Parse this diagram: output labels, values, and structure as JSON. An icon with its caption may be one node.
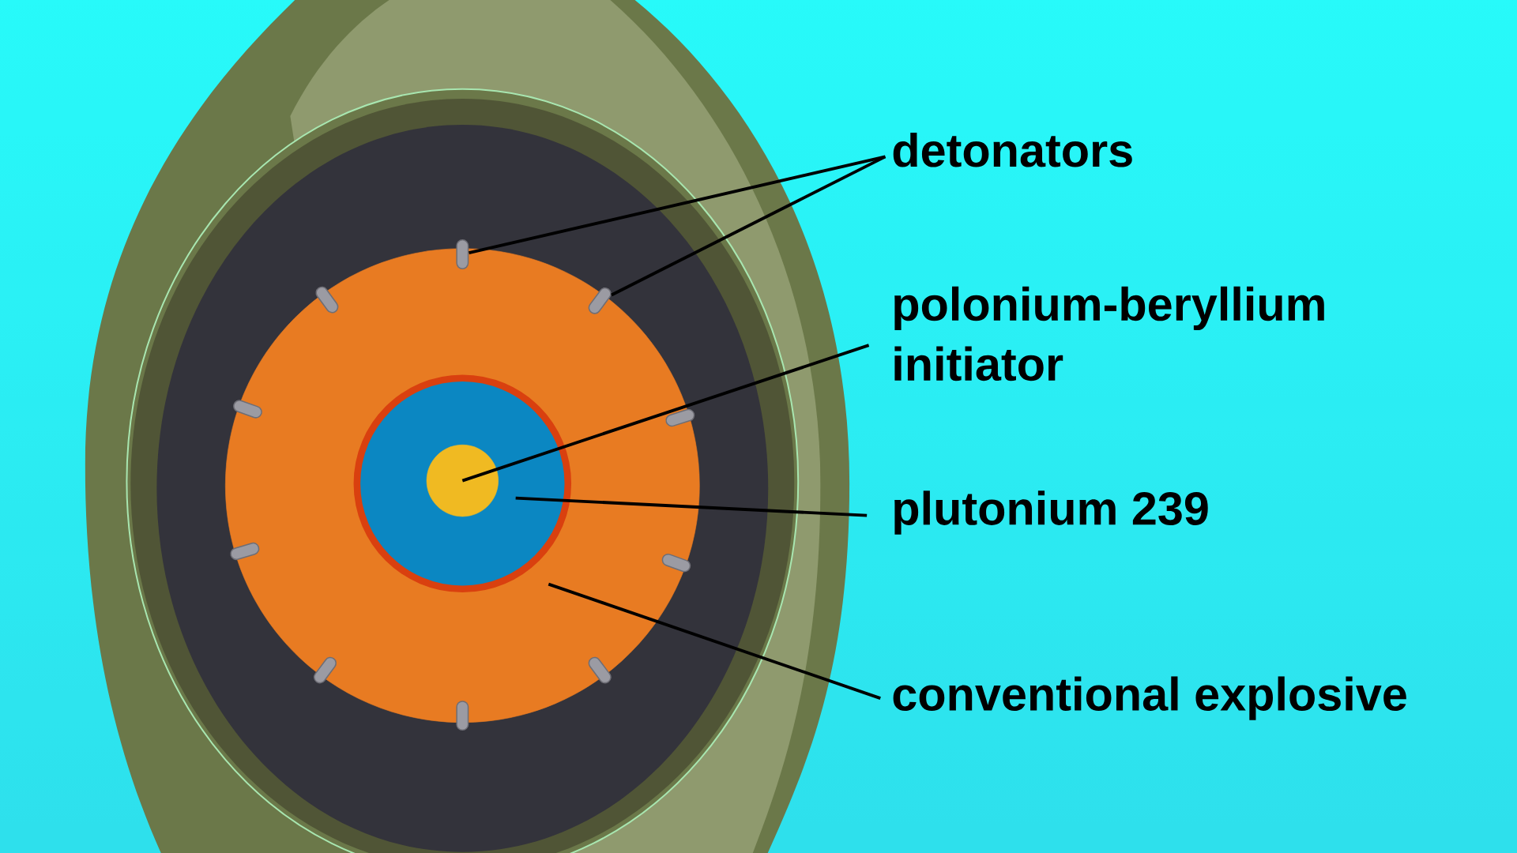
{
  "diagram": {
    "nodes": [
      {
        "text": [
          "detonators"
        ]
      },
      {
        "text": [
          "polonium-beryllium initiator"
        ]
      },
      {
        "text": [
          "plutonium 239"
        ]
      },
      {
        "text": [
          "conventional explosive"
        ]
      },
      {
        "text": [],
        "shape": "circle"
      },
      {
        "text": [],
        "shape": "circle",
        "in": 4
      },
      {
        "text": [],
        "shape": "circle",
        "in": 5
      },
      {
        "text": [],
        "shape": "bar"
      },
      {
        "text": [],
        "shape": "bar",
        "in": 4
      }
    ],
    "edges": [
      {
        "from": 0,
        "to": 7,
        "arrow": "none"
      },
      {
        "from": 0,
        "to": 8,
        "arrow": "none"
      },
      {
        "from": 1,
        "to": 6,
        "arrow": "none"
      },
      {
        "from": 2,
        "to": 5,
        "arrow": "none"
      },
      {
        "from": 3,
        "to": 4,
        "arrow": "none"
      }
    ]
  }
}
